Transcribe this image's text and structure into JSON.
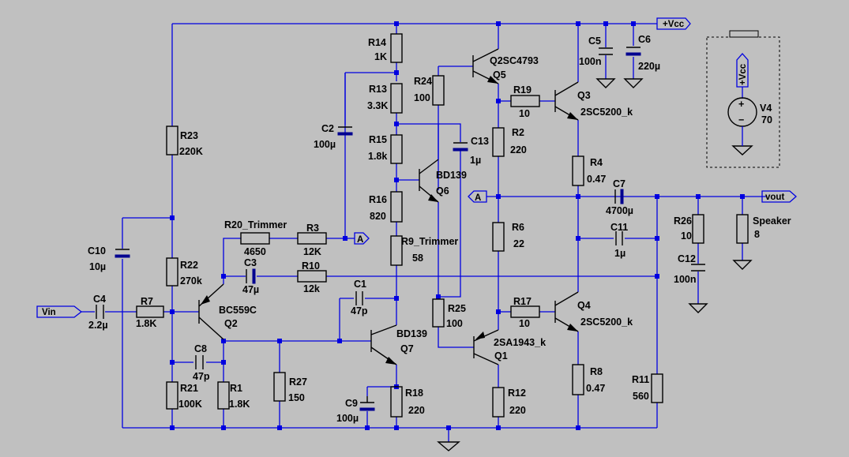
{
  "colors": {
    "background": "#c0c0c0",
    "wire": "#0000e0",
    "component": "#000000",
    "electrolytic_fill": "#000090"
  },
  "nets": {
    "vcc": "+Vcc",
    "vin": "Vin",
    "vout": "vout",
    "node_a": "A"
  },
  "source": {
    "flag": "+Vcc",
    "ref": "V4",
    "value": "70",
    "plus": "+",
    "minus": "−"
  },
  "parts": {
    "r14": {
      "ref": "R14",
      "value": "1K"
    },
    "r13": {
      "ref": "R13",
      "value": "3.3K"
    },
    "r15": {
      "ref": "R15",
      "value": "1.8k"
    },
    "r16": {
      "ref": "R16",
      "value": "820"
    },
    "r9": {
      "ref": "R9_Trimmer",
      "value": "58"
    },
    "r24": {
      "ref": "R24",
      "value": "100"
    },
    "r23": {
      "ref": "R23",
      "value": "220K"
    },
    "r22": {
      "ref": "R22",
      "value": "270k"
    },
    "r21": {
      "ref": "R21",
      "value": "100K"
    },
    "r1": {
      "ref": "R1",
      "value": "1.8K"
    },
    "r7": {
      "ref": "R7",
      "value": "1.8K"
    },
    "r20": {
      "ref": "R20_Trimmer",
      "value": "4650"
    },
    "r3": {
      "ref": "R3",
      "value": "12K"
    },
    "r10": {
      "ref": "R10",
      "value": "12k"
    },
    "r27": {
      "ref": "R27",
      "value": "150"
    },
    "r18": {
      "ref": "R18",
      "value": "220"
    },
    "r25": {
      "ref": "R25",
      "value": "100"
    },
    "r19": {
      "ref": "R19",
      "value": "10"
    },
    "r2": {
      "ref": "R2",
      "value": "220"
    },
    "r6": {
      "ref": "R6",
      "value": "22"
    },
    "r17": {
      "ref": "R17",
      "value": "10"
    },
    "r12": {
      "ref": "R12",
      "value": "220"
    },
    "r4": {
      "ref": "R4",
      "value": "0.47"
    },
    "r8": {
      "ref": "R8",
      "value": "0.47"
    },
    "r11": {
      "ref": "R11",
      "value": "560"
    },
    "r26": {
      "ref": "R26",
      "value": "10"
    },
    "spk": {
      "ref": "Speaker",
      "value": "8"
    },
    "c2": {
      "ref": "C2",
      "value": "100µ"
    },
    "c13": {
      "ref": "C13",
      "value": "1µ"
    },
    "c10": {
      "ref": "C10",
      "value": "10µ"
    },
    "c3": {
      "ref": "C3",
      "value": "47µ"
    },
    "c4": {
      "ref": "C4",
      "value": "2.2µ"
    },
    "c8": {
      "ref": "C8",
      "value": "47p"
    },
    "c1": {
      "ref": "C1",
      "value": "47p"
    },
    "c9": {
      "ref": "C9",
      "value": "100µ"
    },
    "c5": {
      "ref": "C5",
      "value": "100n"
    },
    "c6": {
      "ref": "C6",
      "value": "220µ"
    },
    "c7": {
      "ref": "C7",
      "value": "4700µ"
    },
    "c11": {
      "ref": "C11",
      "value": "1µ"
    },
    "c12": {
      "ref": "C12",
      "value": "100n"
    },
    "q5": {
      "ref": "Q5",
      "model": "Q2SC4793"
    },
    "q3": {
      "ref": "Q3",
      "model": "2SC5200_k"
    },
    "q6": {
      "ref": "Q6",
      "model": "BD139"
    },
    "q2": {
      "ref": "Q2",
      "model": "BC559C"
    },
    "q7": {
      "ref": "Q7",
      "model": "BD139"
    },
    "q1": {
      "ref": "Q1",
      "model": "2SA1943_k"
    },
    "q4": {
      "ref": "Q4",
      "model": "2SC5200_k"
    }
  }
}
